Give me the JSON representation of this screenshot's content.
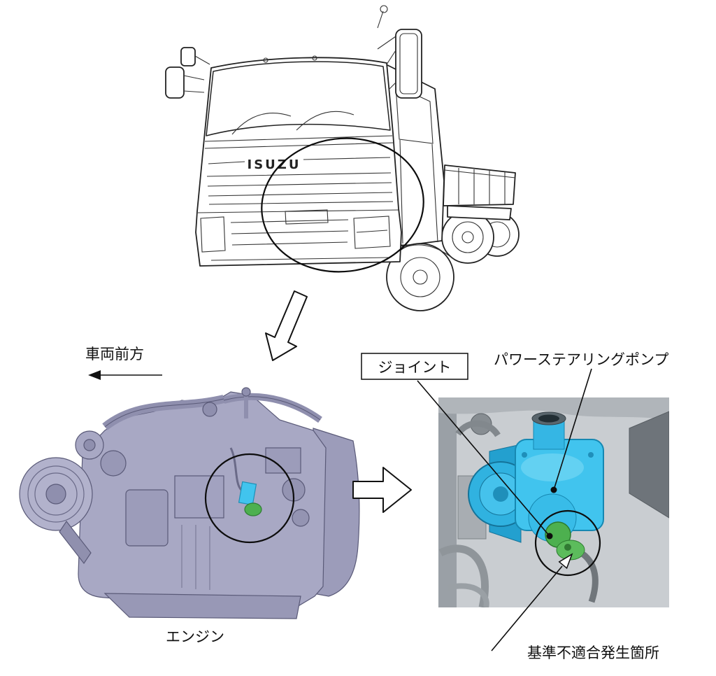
{
  "labels": {
    "vehicle_front": "車両前方",
    "joint": "ジョイント",
    "power_steering_pump": "パワーステアリングポンプ",
    "engine_caption": "エンジン",
    "defect_location": "基準不適合発生箇所",
    "truck_brand": "ISUZU"
  },
  "colors": {
    "line": "#222222",
    "engine_fill": "#a8a8c4",
    "engine_stroke": "#5a5a78",
    "pump_cyan": "#41c4ee",
    "joint_green": "#4db04f",
    "detail_background": "#c9cdd1"
  }
}
